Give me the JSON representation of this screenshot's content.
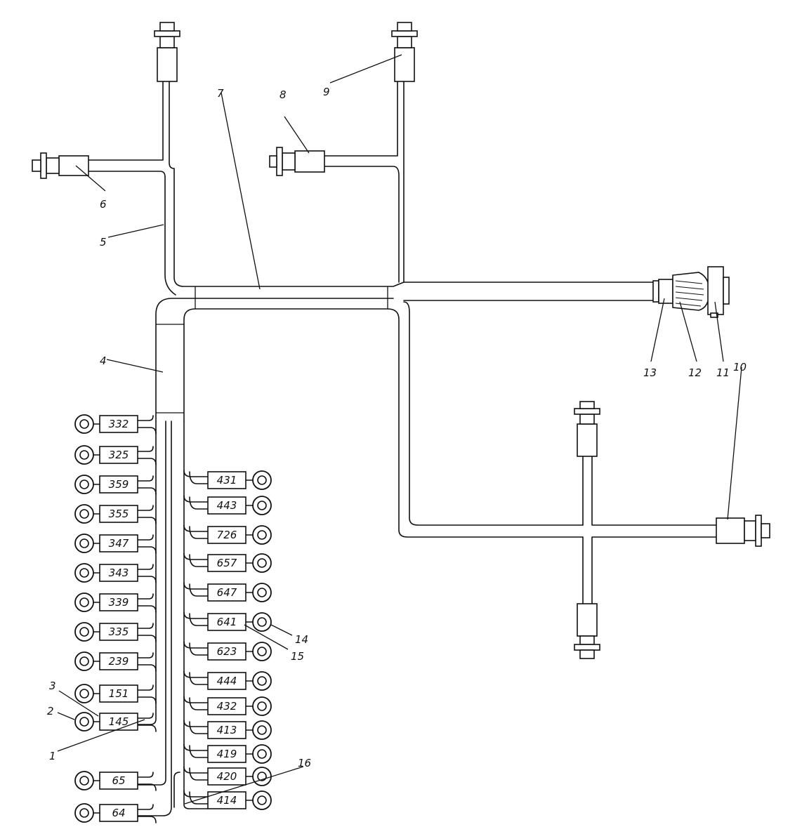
{
  "left_terminals": [
    "332",
    "325",
    "359",
    "355",
    "347",
    "343",
    "339",
    "335",
    "239",
    "151",
    "145",
    "65",
    "64"
  ],
  "right_terminals": [
    "431",
    "443",
    "726",
    "657",
    "647",
    "641",
    "623",
    "444",
    "432",
    "413",
    "419",
    "420",
    "414"
  ],
  "callouts": {
    "c1": "1",
    "c2": "2",
    "c3": "3",
    "c4": "4",
    "c5": "5",
    "c6": "6",
    "c7": "7",
    "c8": "8",
    "c9": "9",
    "c10": "10",
    "c11": "11",
    "c12": "12",
    "c13": "13",
    "c14": "14",
    "c15": "15",
    "c16": "16"
  }
}
